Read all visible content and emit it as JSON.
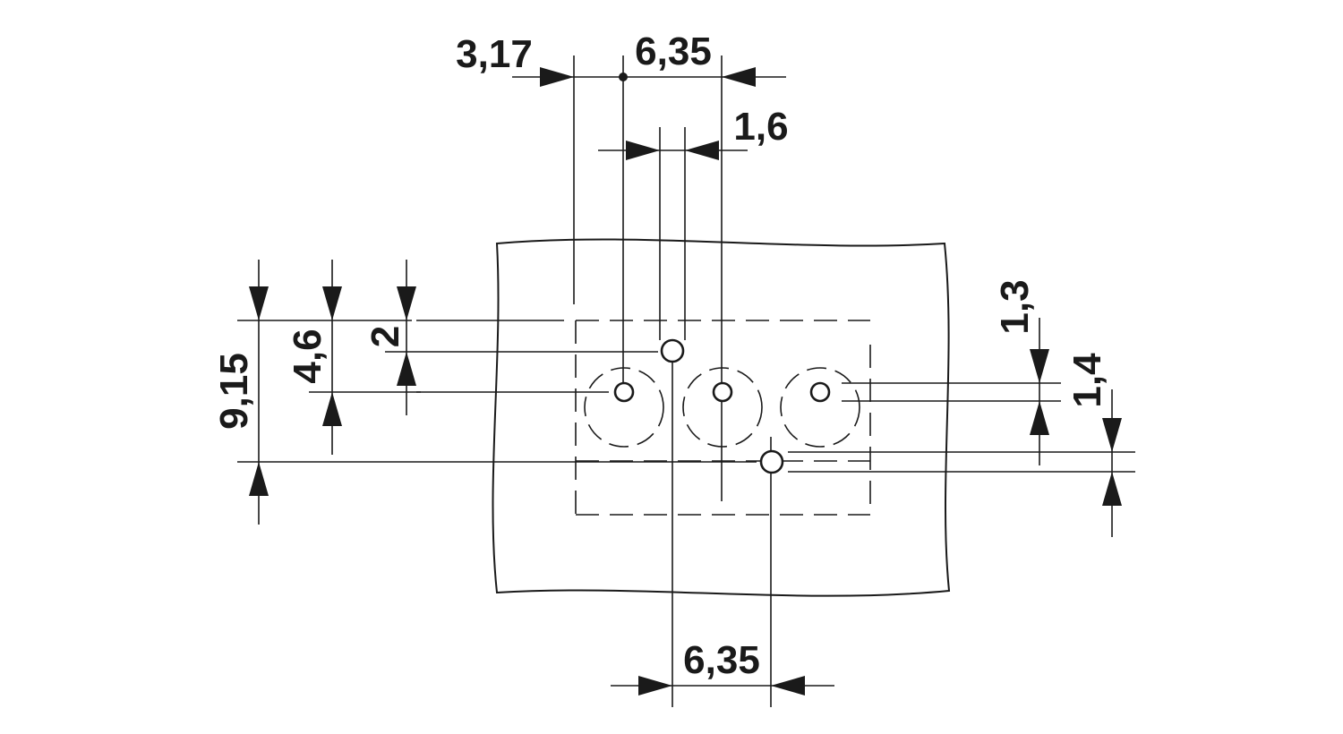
{
  "dimensions": {
    "offset_first_hole": "3,17",
    "pitch_top": "6,35",
    "hole_width": "1,6",
    "pitch_bottom": "6,35",
    "total_height": "9,15",
    "height_mid": "4,6",
    "height_small": "2",
    "gap_right_top": "1,3",
    "gap_right_bottom": "1,4"
  }
}
